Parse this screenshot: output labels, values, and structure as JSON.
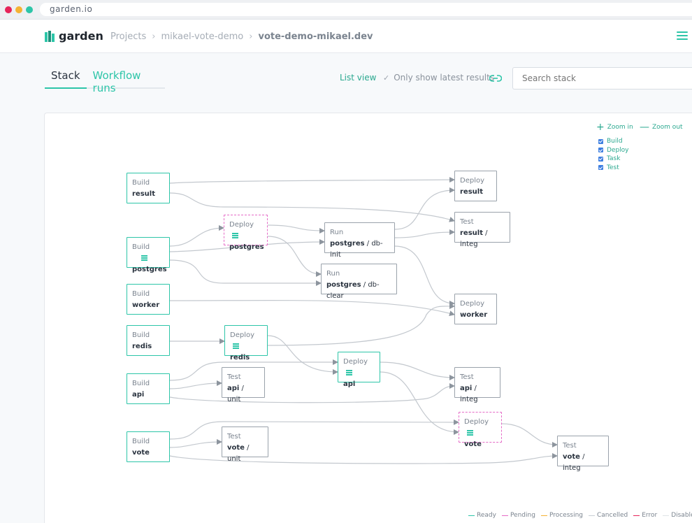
{
  "browser": {
    "url": "garden.io"
  },
  "header": {
    "logo_text": "garden",
    "breadcrumbs": [
      "Projects",
      "mikael-vote-demo",
      "vote-demo-mikael.dev"
    ],
    "separator": "›"
  },
  "toolbar": {
    "tabs": [
      {
        "label": "Stack",
        "active": true
      },
      {
        "label": "Workflow runs",
        "active": false
      }
    ],
    "list_view_label": "List view",
    "latest_results_label": "Only show latest results",
    "latest_results_checked": true,
    "search_placeholder": "Search stack"
  },
  "graph": {
    "zoom_in": "Zoom in",
    "zoom_out": "Zoom out",
    "filters": [
      {
        "label": "Build",
        "checked": true
      },
      {
        "label": "Deploy",
        "checked": true
      },
      {
        "label": "Task",
        "checked": true
      },
      {
        "label": "Test",
        "checked": true
      }
    ],
    "nodes": [
      {
        "id": "build-result",
        "kind": "Build",
        "name": "result",
        "rest": "",
        "status": "ready",
        "menu": false
      },
      {
        "id": "build-postgres",
        "kind": "Build",
        "name": "postgres",
        "rest": "",
        "status": "ready",
        "menu": true
      },
      {
        "id": "build-worker",
        "kind": "Build",
        "name": "worker",
        "rest": "",
        "status": "ready",
        "menu": false
      },
      {
        "id": "build-redis",
        "kind": "Build",
        "name": "redis",
        "rest": "",
        "status": "ready",
        "menu": false
      },
      {
        "id": "build-api",
        "kind": "Build",
        "name": "api",
        "rest": "",
        "status": "ready",
        "menu": false
      },
      {
        "id": "build-vote",
        "kind": "Build",
        "name": "vote",
        "rest": "",
        "status": "ready",
        "menu": false
      },
      {
        "id": "deploy-postgres",
        "kind": "Deploy",
        "name": "postgres",
        "rest": "",
        "status": "pending",
        "menu": true
      },
      {
        "id": "deploy-redis",
        "kind": "Deploy",
        "name": "redis",
        "rest": "",
        "status": "ready",
        "menu": true
      },
      {
        "id": "test-api-unit",
        "kind": "Test",
        "name": "api",
        "rest": " / unit",
        "status": "default",
        "menu": false
      },
      {
        "id": "test-vote-unit",
        "kind": "Test",
        "name": "vote",
        "rest": " / unit",
        "status": "default",
        "menu": false
      },
      {
        "id": "run-db-init",
        "kind": "Run",
        "name": "postgres",
        "rest": " / db-init",
        "status": "default",
        "menu": false
      },
      {
        "id": "run-db-clear",
        "kind": "Run",
        "name": "postgres",
        "rest": " / db-clear",
        "status": "default",
        "menu": false
      },
      {
        "id": "deploy-api",
        "kind": "Deploy",
        "name": "api",
        "rest": "",
        "status": "ready",
        "menu": true
      },
      {
        "id": "deploy-result",
        "kind": "Deploy",
        "name": "result",
        "rest": "",
        "status": "default",
        "menu": false
      },
      {
        "id": "test-result-integ",
        "kind": "Test",
        "name": "result",
        "rest": " / integ",
        "status": "default",
        "menu": false
      },
      {
        "id": "deploy-worker",
        "kind": "Deploy",
        "name": "worker",
        "rest": "",
        "status": "default",
        "menu": false
      },
      {
        "id": "test-api-integ",
        "kind": "Test",
        "name": "api",
        "rest": " / integ",
        "status": "default",
        "menu": false
      },
      {
        "id": "deploy-vote",
        "kind": "Deploy",
        "name": "vote",
        "rest": "",
        "status": "pending",
        "menu": true
      },
      {
        "id": "test-vote-integ",
        "kind": "Test",
        "name": "vote",
        "rest": " / integ",
        "status": "default",
        "menu": false
      }
    ],
    "legend": [
      {
        "label": "Ready",
        "color": "#2dc5a8"
      },
      {
        "label": "Pending",
        "color": "#e56bc7"
      },
      {
        "label": "Processing",
        "color": "#f5b233"
      },
      {
        "label": "Cancelled",
        "color": "#c9ced4"
      },
      {
        "label": "Error",
        "color": "#e6245a"
      },
      {
        "label": "Disabled",
        "color": "#dfe3e7"
      }
    ]
  }
}
